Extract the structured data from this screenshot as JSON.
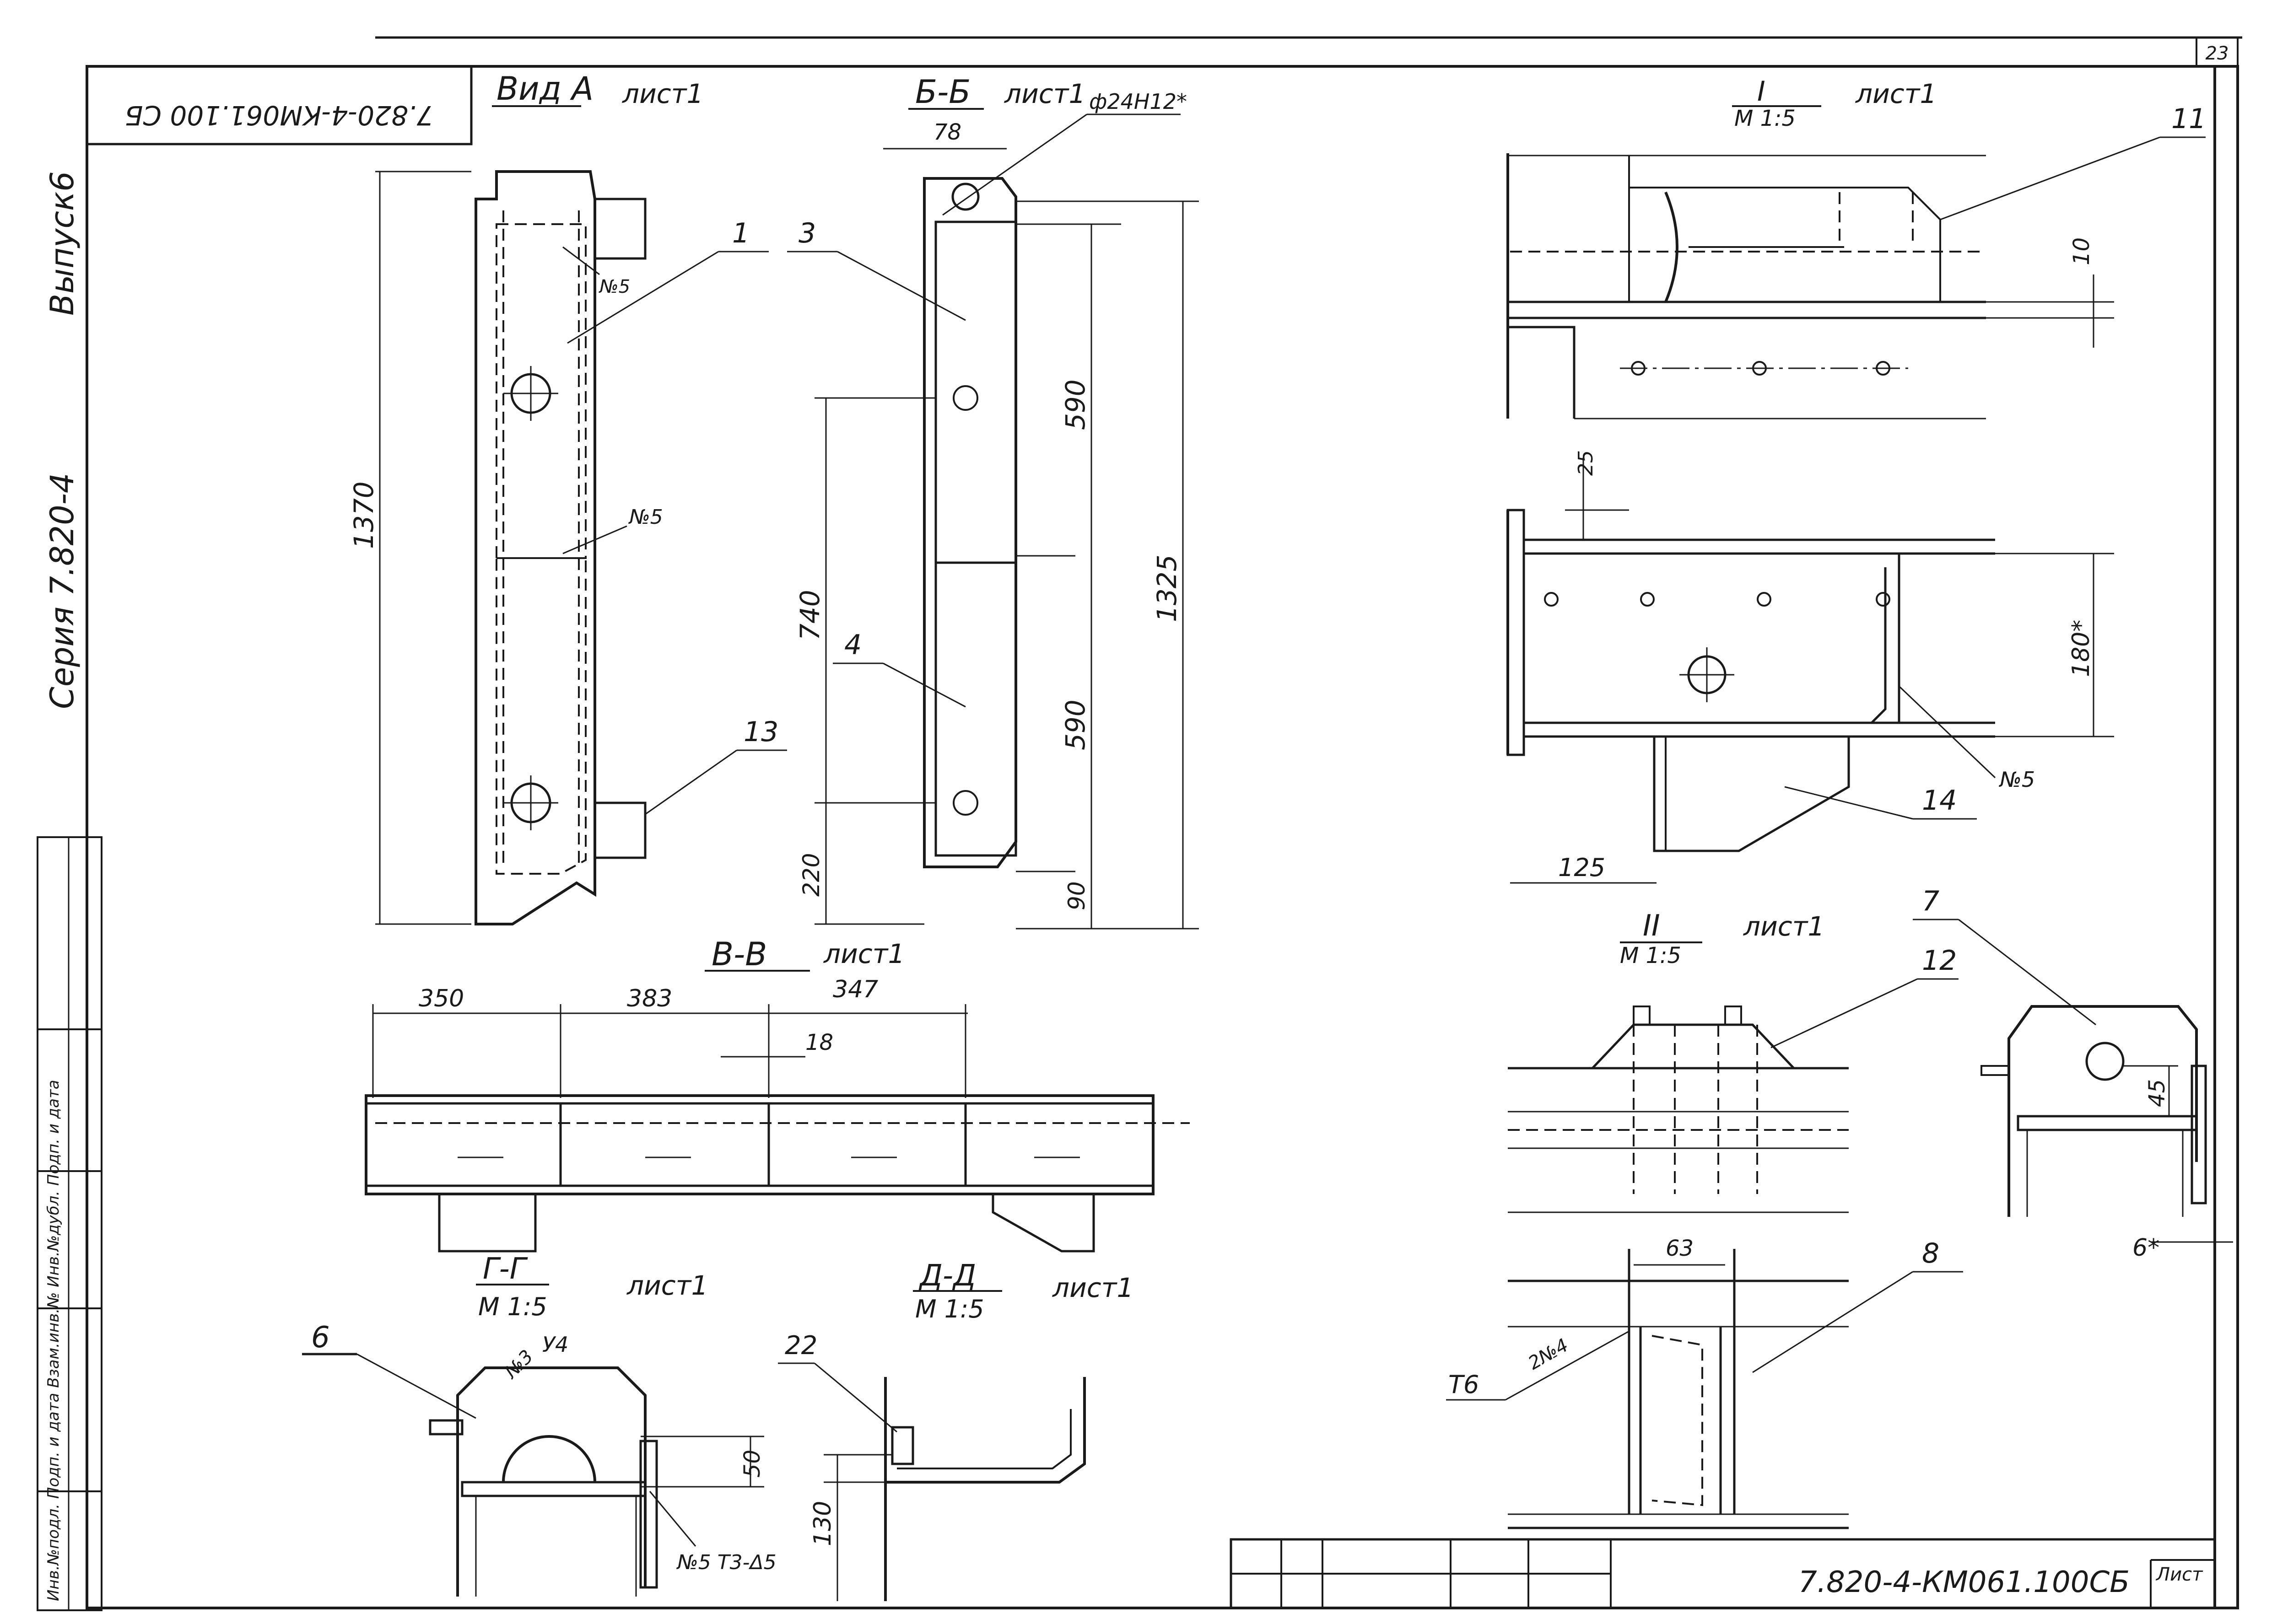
{
  "sheet": {
    "page_number": "23",
    "code_rotated": "7.820-4-КМ061.100 СБ",
    "title_block_code": "7.820-4-КМ061.100СБ",
    "sheet_label": "Лист",
    "series_side": "Серия 7.820-4",
    "issue_side": "Выпуск6",
    "stamp_side": "Инв.№подл.  Подп. и дата  Взам.инв.№  Инв.№дубл.  Подп. и дата"
  },
  "views": {
    "vid_a": {
      "title": "Вид А",
      "sheet_ref": "лист1"
    },
    "b_b": {
      "title": "Б-Б",
      "sheet_ref": "лист1"
    },
    "v_v": {
      "title": "В-В",
      "sheet_ref": "лист1"
    },
    "g_g": {
      "title": "Г-Г",
      "scale": "М 1:5",
      "sheet_ref": "лист1"
    },
    "d_d": {
      "title": "Д-Д",
      "scale": "М 1:5",
      "sheet_ref": "лист1"
    },
    "detail_1": {
      "title": "I",
      "scale": "М 1:5",
      "sheet_ref": "лист1"
    },
    "detail_2": {
      "title": "II",
      "scale": "М 1:5",
      "sheet_ref": "лист1"
    }
  },
  "dimensions": {
    "d1370": "1370",
    "d1325": "1325",
    "d590a": "590",
    "d590b": "590",
    "d740": "740",
    "d220": "220",
    "d90": "90",
    "d78": "78",
    "d_hole": "ф24Н12*",
    "d350": "350",
    "d383": "383",
    "d347": "347",
    "d18": "18",
    "d50": "50",
    "d130": "130",
    "d10": "10",
    "d25": "25",
    "d180": "180*",
    "d125": "125",
    "d45": "45",
    "d6": "6*",
    "d63": "63"
  },
  "positions": {
    "p1": "1",
    "p3": "3",
    "p4": "4",
    "p6": "6",
    "p7": "7",
    "p8": "8",
    "p11": "11",
    "p12": "12",
    "p13": "13",
    "p14": "14",
    "p22": "22"
  },
  "welds": {
    "w5a": "№5",
    "w5b": "№5",
    "w5c": "№5",
    "w3": "№3",
    "w_y4": "У4",
    "w_t3": "№5 Т3-Δ5",
    "w_t6": "Т6",
    "w_2n4": "2№4"
  }
}
